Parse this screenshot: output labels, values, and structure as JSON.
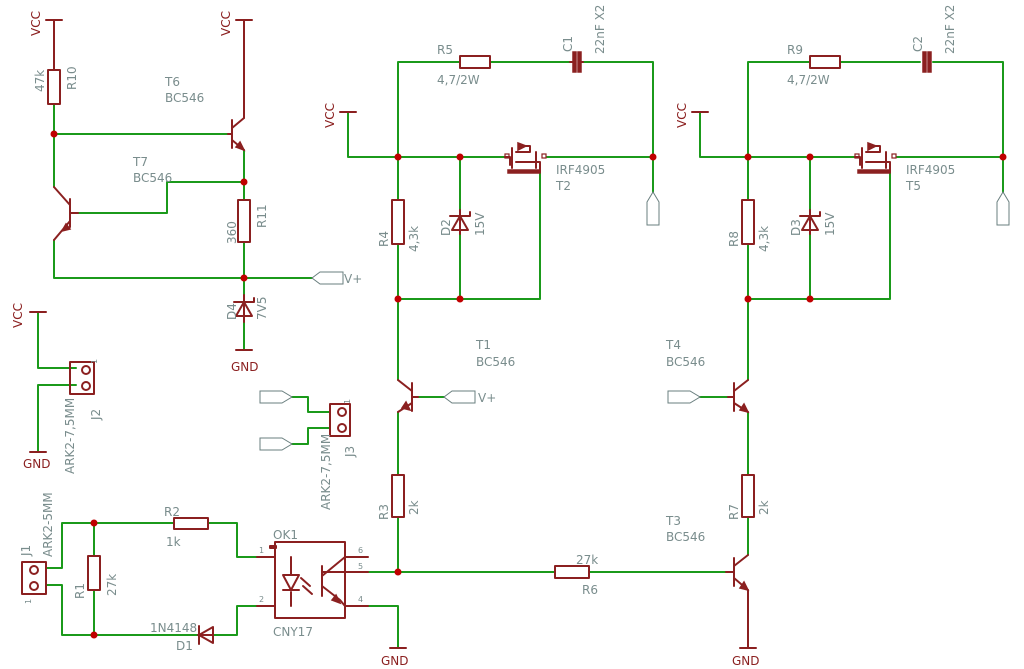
{
  "nets": {
    "vcc": "VCC",
    "gnd": "GND",
    "vplus": "V+"
  },
  "R10": {
    "ref": "R10",
    "value": "47k"
  },
  "R11": {
    "ref": "R11",
    "value": "360"
  },
  "R1": {
    "ref": "R1",
    "value": "27k"
  },
  "R2": {
    "ref": "R2",
    "value": "1k"
  },
  "R3": {
    "ref": "R3",
    "value": "2k"
  },
  "R4": {
    "ref": "R4",
    "value": "4,3k"
  },
  "R5": {
    "ref": "R5",
    "value": "4,7/2W"
  },
  "R6": {
    "ref": "R6",
    "value": "27k"
  },
  "R7": {
    "ref": "R7",
    "value": "2k"
  },
  "R8": {
    "ref": "R8",
    "value": "4,3k"
  },
  "R9": {
    "ref": "R9",
    "value": "4,7/2W"
  },
  "C1": {
    "ref": "C1",
    "value": "22nF X2"
  },
  "C2": {
    "ref": "C2",
    "value": "22nF X2"
  },
  "D1": {
    "ref": "D1",
    "value": "1N4148"
  },
  "D2": {
    "ref": "D2",
    "value": "15V"
  },
  "D3": {
    "ref": "D3",
    "value": "15V"
  },
  "D4": {
    "ref": "D4",
    "value": "7V5"
  },
  "T1": {
    "ref": "T1",
    "value": "BC546"
  },
  "T2": {
    "ref": "T2",
    "value": "IRF4905"
  },
  "T3": {
    "ref": "T3",
    "value": "BC546"
  },
  "T4": {
    "ref": "T4",
    "value": "BC546"
  },
  "T5": {
    "ref": "T5",
    "value": "IRF4905"
  },
  "T6": {
    "ref": "T6",
    "value": "BC546"
  },
  "T7": {
    "ref": "T7",
    "value": "BC546"
  },
  "OK1": {
    "ref": "OK1",
    "value": "CNY17",
    "pins": [
      "1",
      "2",
      "4",
      "5",
      "6"
    ]
  },
  "J1": {
    "ref": "J1",
    "value": "ARK2-5MM",
    "pin": "1"
  },
  "J2": {
    "ref": "J2",
    "value": "ARK2-7,5MM",
    "pin": "1"
  },
  "J3": {
    "ref": "J3",
    "value": "ARK2-7,5MM",
    "pin": "1"
  },
  "colors": {
    "wire": "#1b9a1b",
    "part": "#8b2020",
    "junction": "#c00000",
    "label_text": "#7a8d8d"
  }
}
